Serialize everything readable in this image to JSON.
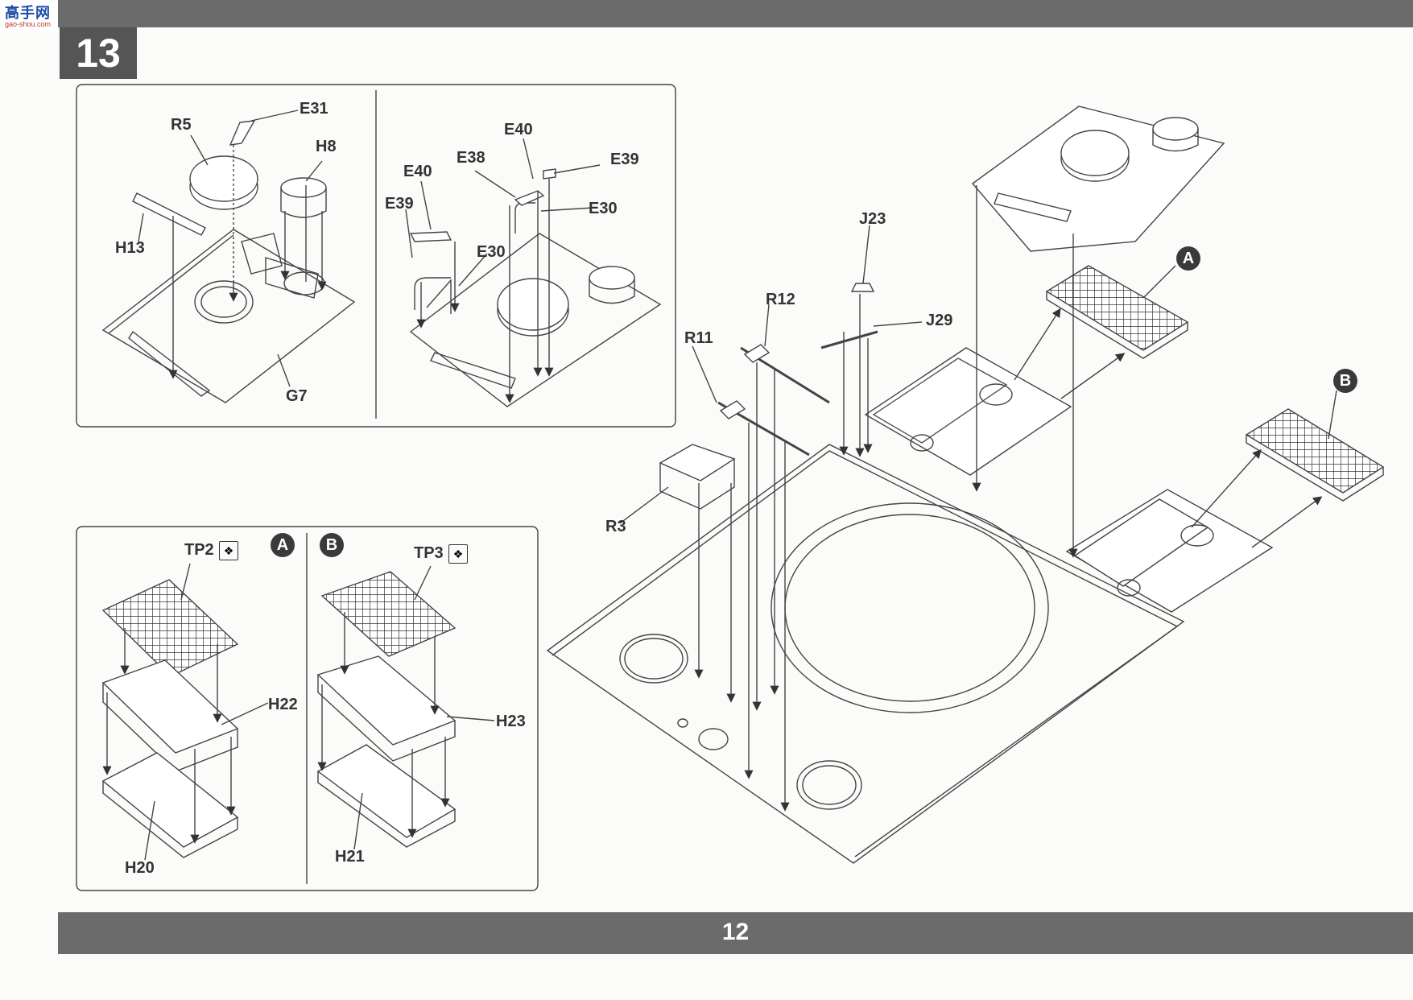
{
  "header": {
    "step": "13",
    "page_number": "12"
  },
  "logo": {
    "text_cn": "高手网",
    "url": "gao-shou.com"
  },
  "colors": {
    "band": "#6b6b6b",
    "step_box": "#555555",
    "line": "#444444",
    "callout_fill": "#3a3a3a"
  },
  "panels": {
    "top_left": {
      "labels": {
        "r5": "R5",
        "e31": "E31",
        "h8": "H8",
        "h13": "H13",
        "g7": "G7"
      }
    },
    "top_right": {
      "labels": {
        "e40_top": "E40",
        "e39_right": "E39",
        "e38": "E38",
        "e40_left": "E40",
        "e39_left": "E39",
        "e30_right": "E30",
        "e30_left": "E30"
      }
    },
    "bottom_left": {
      "callout": "A",
      "labels": {
        "tp2": "TP2",
        "h22": "H22",
        "h20": "H20"
      }
    },
    "bottom_right": {
      "callout": "B",
      "labels": {
        "tp3": "TP3",
        "h23": "H23",
        "h21": "H21"
      }
    }
  },
  "main": {
    "labels": {
      "j23": "J23",
      "r12": "R12",
      "j29": "J29",
      "r11": "R11",
      "r3": "R3"
    },
    "callouts": {
      "a": "A",
      "b": "B"
    }
  },
  "icons": {
    "clear_part": "clear-part-icon"
  }
}
